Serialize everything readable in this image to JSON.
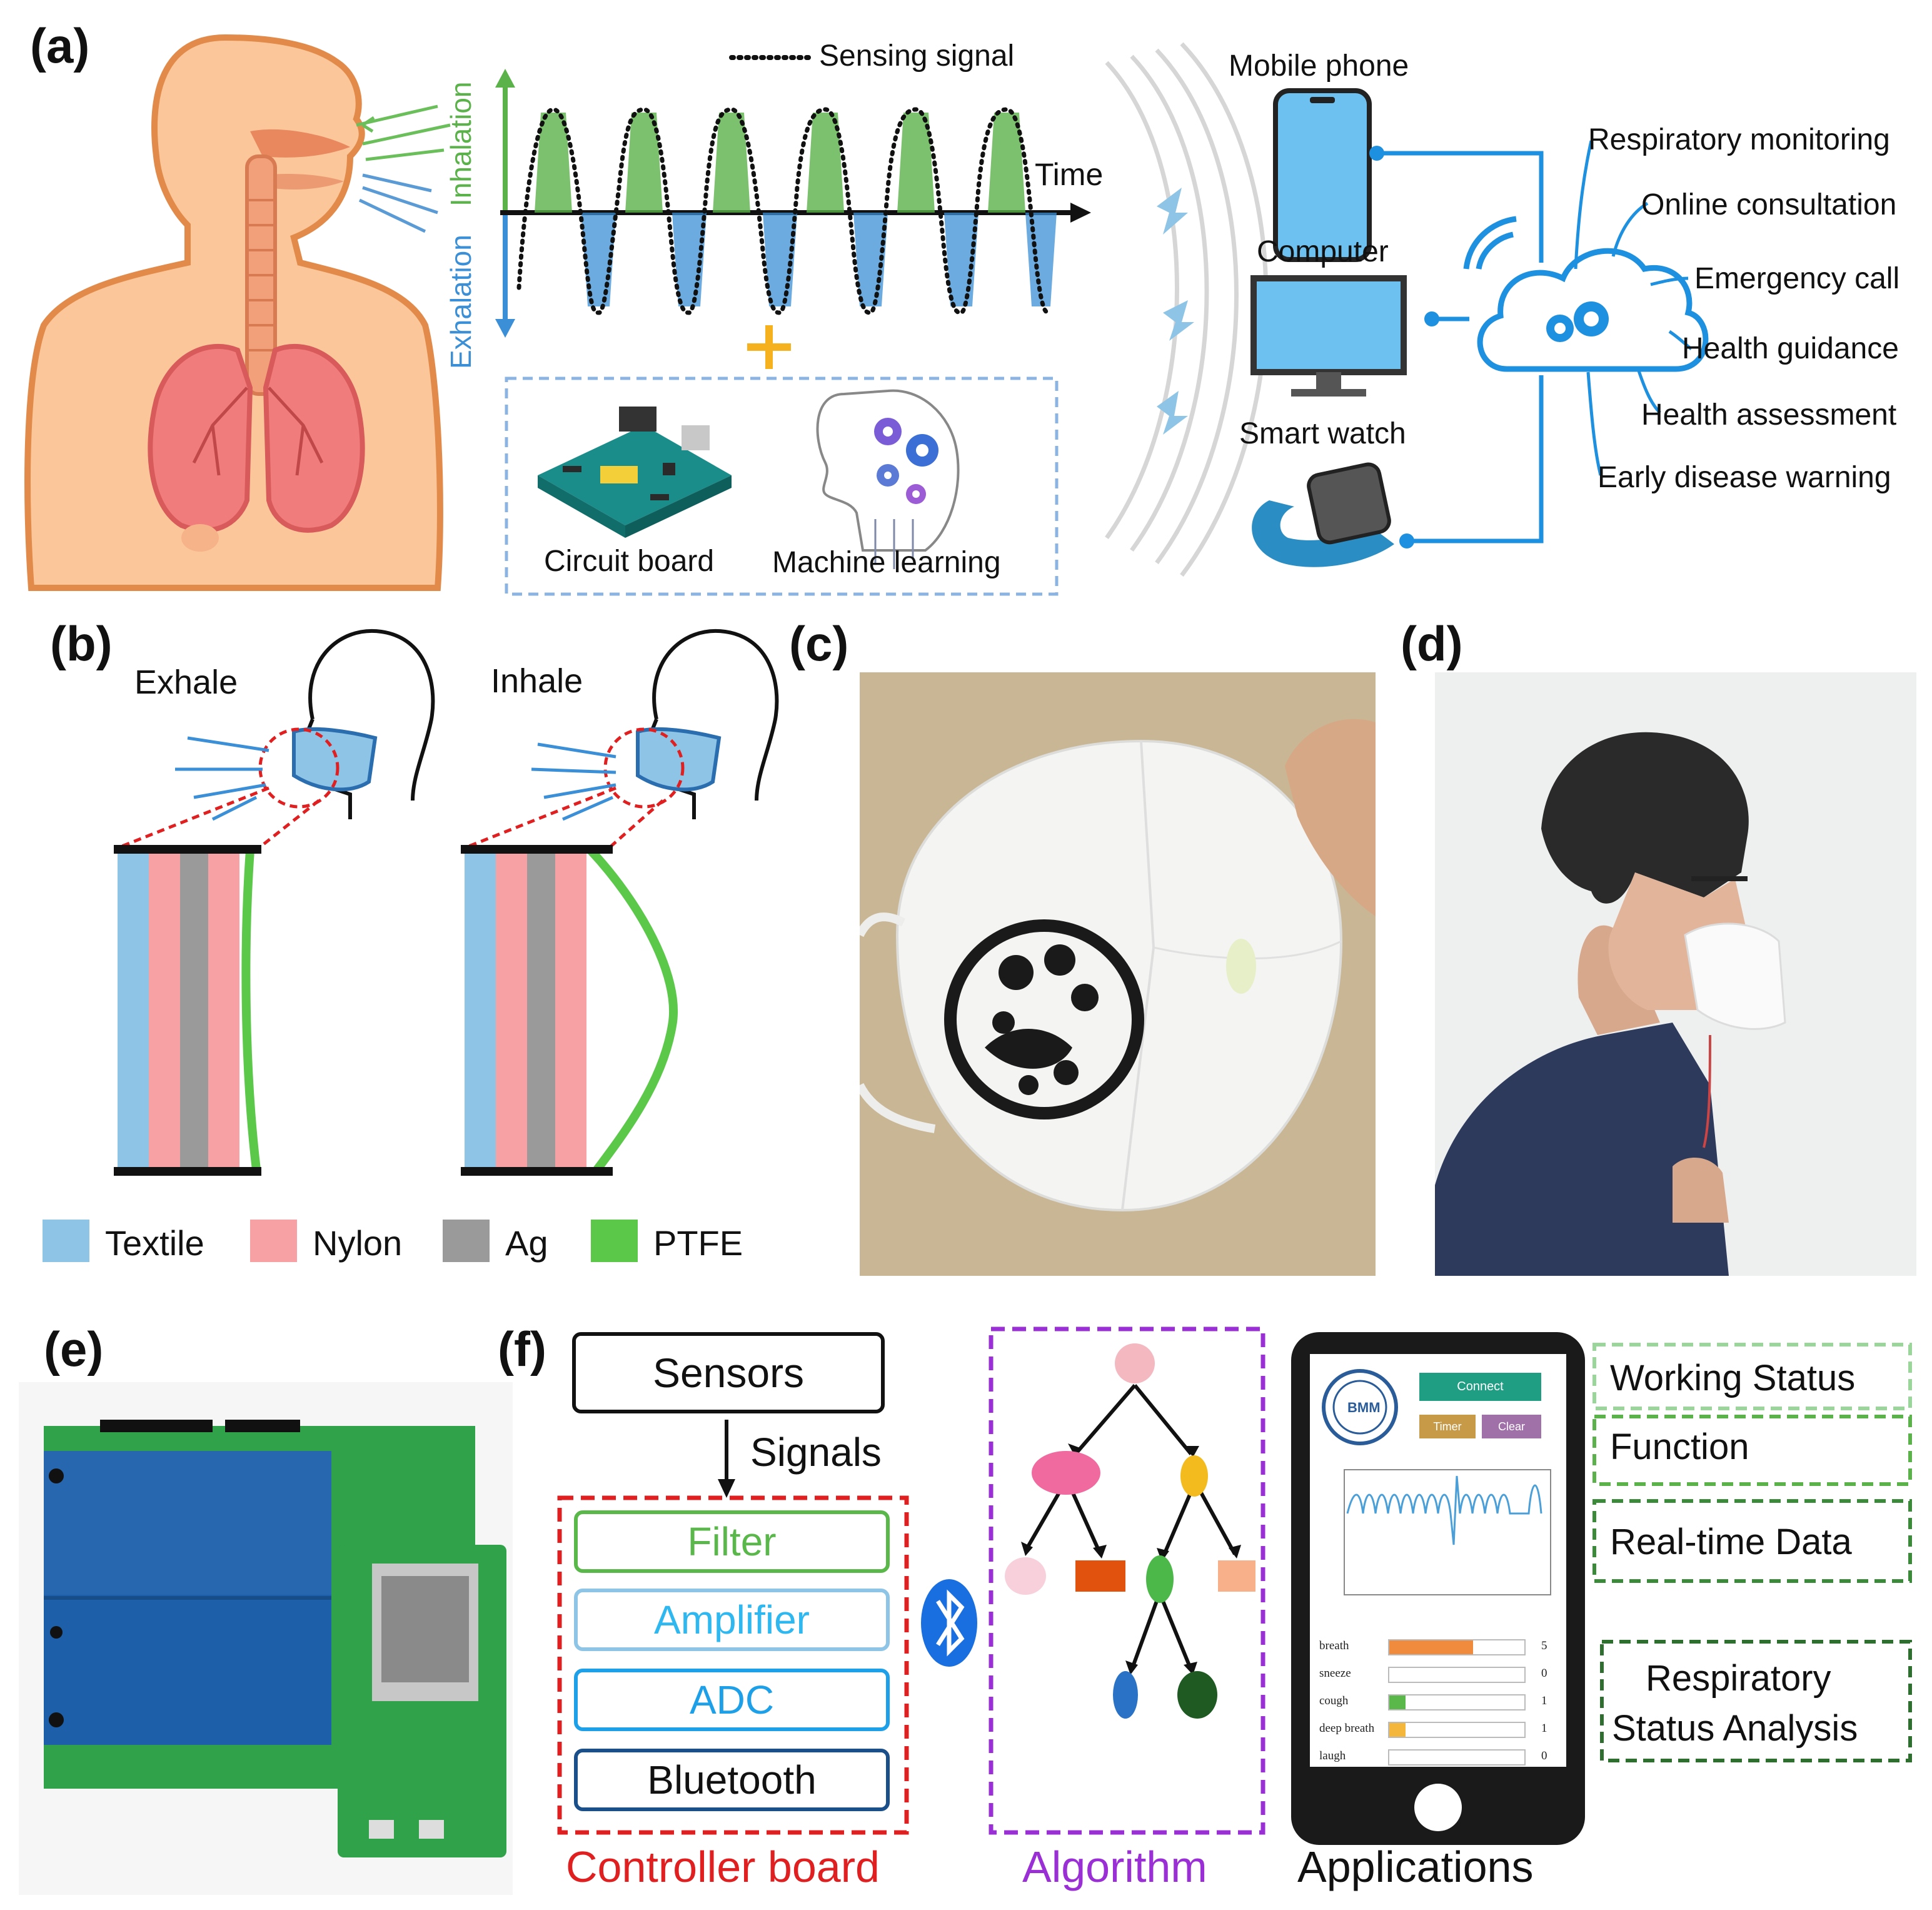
{
  "panels": {
    "a": "(a)",
    "b": "(b)",
    "c": "(c)",
    "d": "(d)",
    "e": "(e)",
    "f": "(f)"
  },
  "panel_a": {
    "sensing_signal": "Sensing signal",
    "time_axis": "Time",
    "inhalation": "Inhalation",
    "exhalation": "Exhalation",
    "circuit_board": "Circuit board",
    "machine_learning": "Machine learning",
    "mobile_phone": "Mobile phone",
    "computer": "Computer",
    "smart_watch": "Smart watch",
    "services": [
      "Respiratory monitoring",
      "Online consultation",
      "Emergency call",
      "Health guidance",
      "Health assessment",
      "Early disease warning"
    ]
  },
  "panel_b": {
    "exhale": "Exhale",
    "inhale": "Inhale",
    "legend": [
      {
        "label": "Textile",
        "color": "#8ec4e6"
      },
      {
        "label": "Nylon",
        "color": "#f7a1a4"
      },
      {
        "label": "Ag",
        "color": "#9a9a9a"
      },
      {
        "label": "PTFE",
        "color": "#5bc84a"
      }
    ]
  },
  "panel_f": {
    "sensors": "Sensors",
    "signals": "Signals",
    "filter": "Filter",
    "amplifier": "Amplifier",
    "adc": "ADC",
    "bluetooth": "Bluetooth",
    "controller_board": "Controller board",
    "algorithm": "Algorithm",
    "applications": "Applications",
    "app_connect": "Connect",
    "app_timer": "Timer",
    "app_clear": "Clear",
    "app_logo": "BMM",
    "app_rows": [
      {
        "label": "breath",
        "value": "5",
        "fraction": 0.62,
        "color": "#f08a3c"
      },
      {
        "label": "sneeze",
        "value": "0",
        "fraction": 0.0,
        "color": "#f08a3c"
      },
      {
        "label": "cough",
        "value": "1",
        "fraction": 0.12,
        "color": "#5ab84a"
      },
      {
        "label": "deep breath",
        "value": "1",
        "fraction": 0.12,
        "color": "#f4b73c"
      },
      {
        "label": "laugh",
        "value": "0",
        "fraction": 0.0,
        "color": "#f08a3c"
      }
    ],
    "app_sections": [
      "Working Status",
      "Function",
      "Real-time Data",
      "Respiratory Status Analysis"
    ],
    "section_line1": "Respiratory",
    "section_line2": "Status Analysis"
  },
  "colors": {
    "accent_blue": "#1e90e0",
    "inhale_green": "#5bb24a",
    "exhale_blue": "#3b8fd6",
    "controller_red": "#e02020",
    "algorithm_purple": "#9b2fd6",
    "filter_green": "#5ab84a",
    "amp_blue": "#2fb8f0",
    "adc_blue": "#1ea0e8",
    "bt_blue": "#1a4f8a",
    "app_green": "#3a9a3a"
  }
}
